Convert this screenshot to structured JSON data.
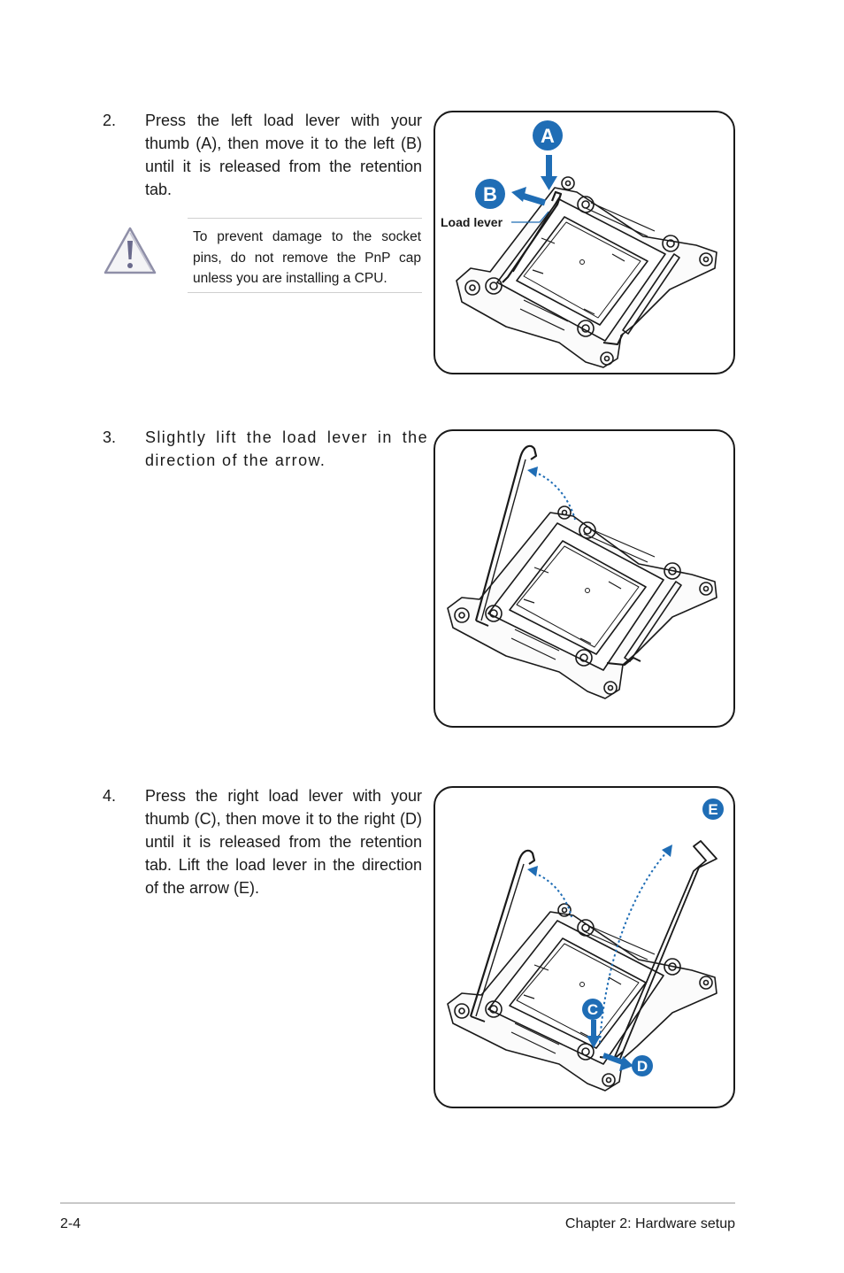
{
  "steps": [
    {
      "number": "2.",
      "text": "Press the left load lever with your thumb (A), then move it to the left (B) until it is released from the retention tab."
    },
    {
      "number": "3.",
      "text": "Slightly lift the load lever in the direction of the arrow."
    },
    {
      "number": "4.",
      "text": "Press the right load lever with your thumb (C), then move it to the right (D) until it is released from the retention tab. Lift the load lever in the direction of the arrow (E)."
    }
  ],
  "note": {
    "icon": "caution-triangle-icon",
    "text": "To prevent damage to the socket pins, do not remove the PnP cap unless you are installing a CPU."
  },
  "figures": {
    "fig1": {
      "callout_a": "A",
      "callout_b": "B",
      "label": "Load lever"
    },
    "fig3": {
      "callout_c": "C",
      "callout_d": "D",
      "callout_e": "E"
    }
  },
  "colors": {
    "accent_blue": "#1f6db5",
    "line": "#1a1a1a"
  },
  "footer": {
    "page": "2-4",
    "chapter": "Chapter 2:  Hardware setup"
  }
}
